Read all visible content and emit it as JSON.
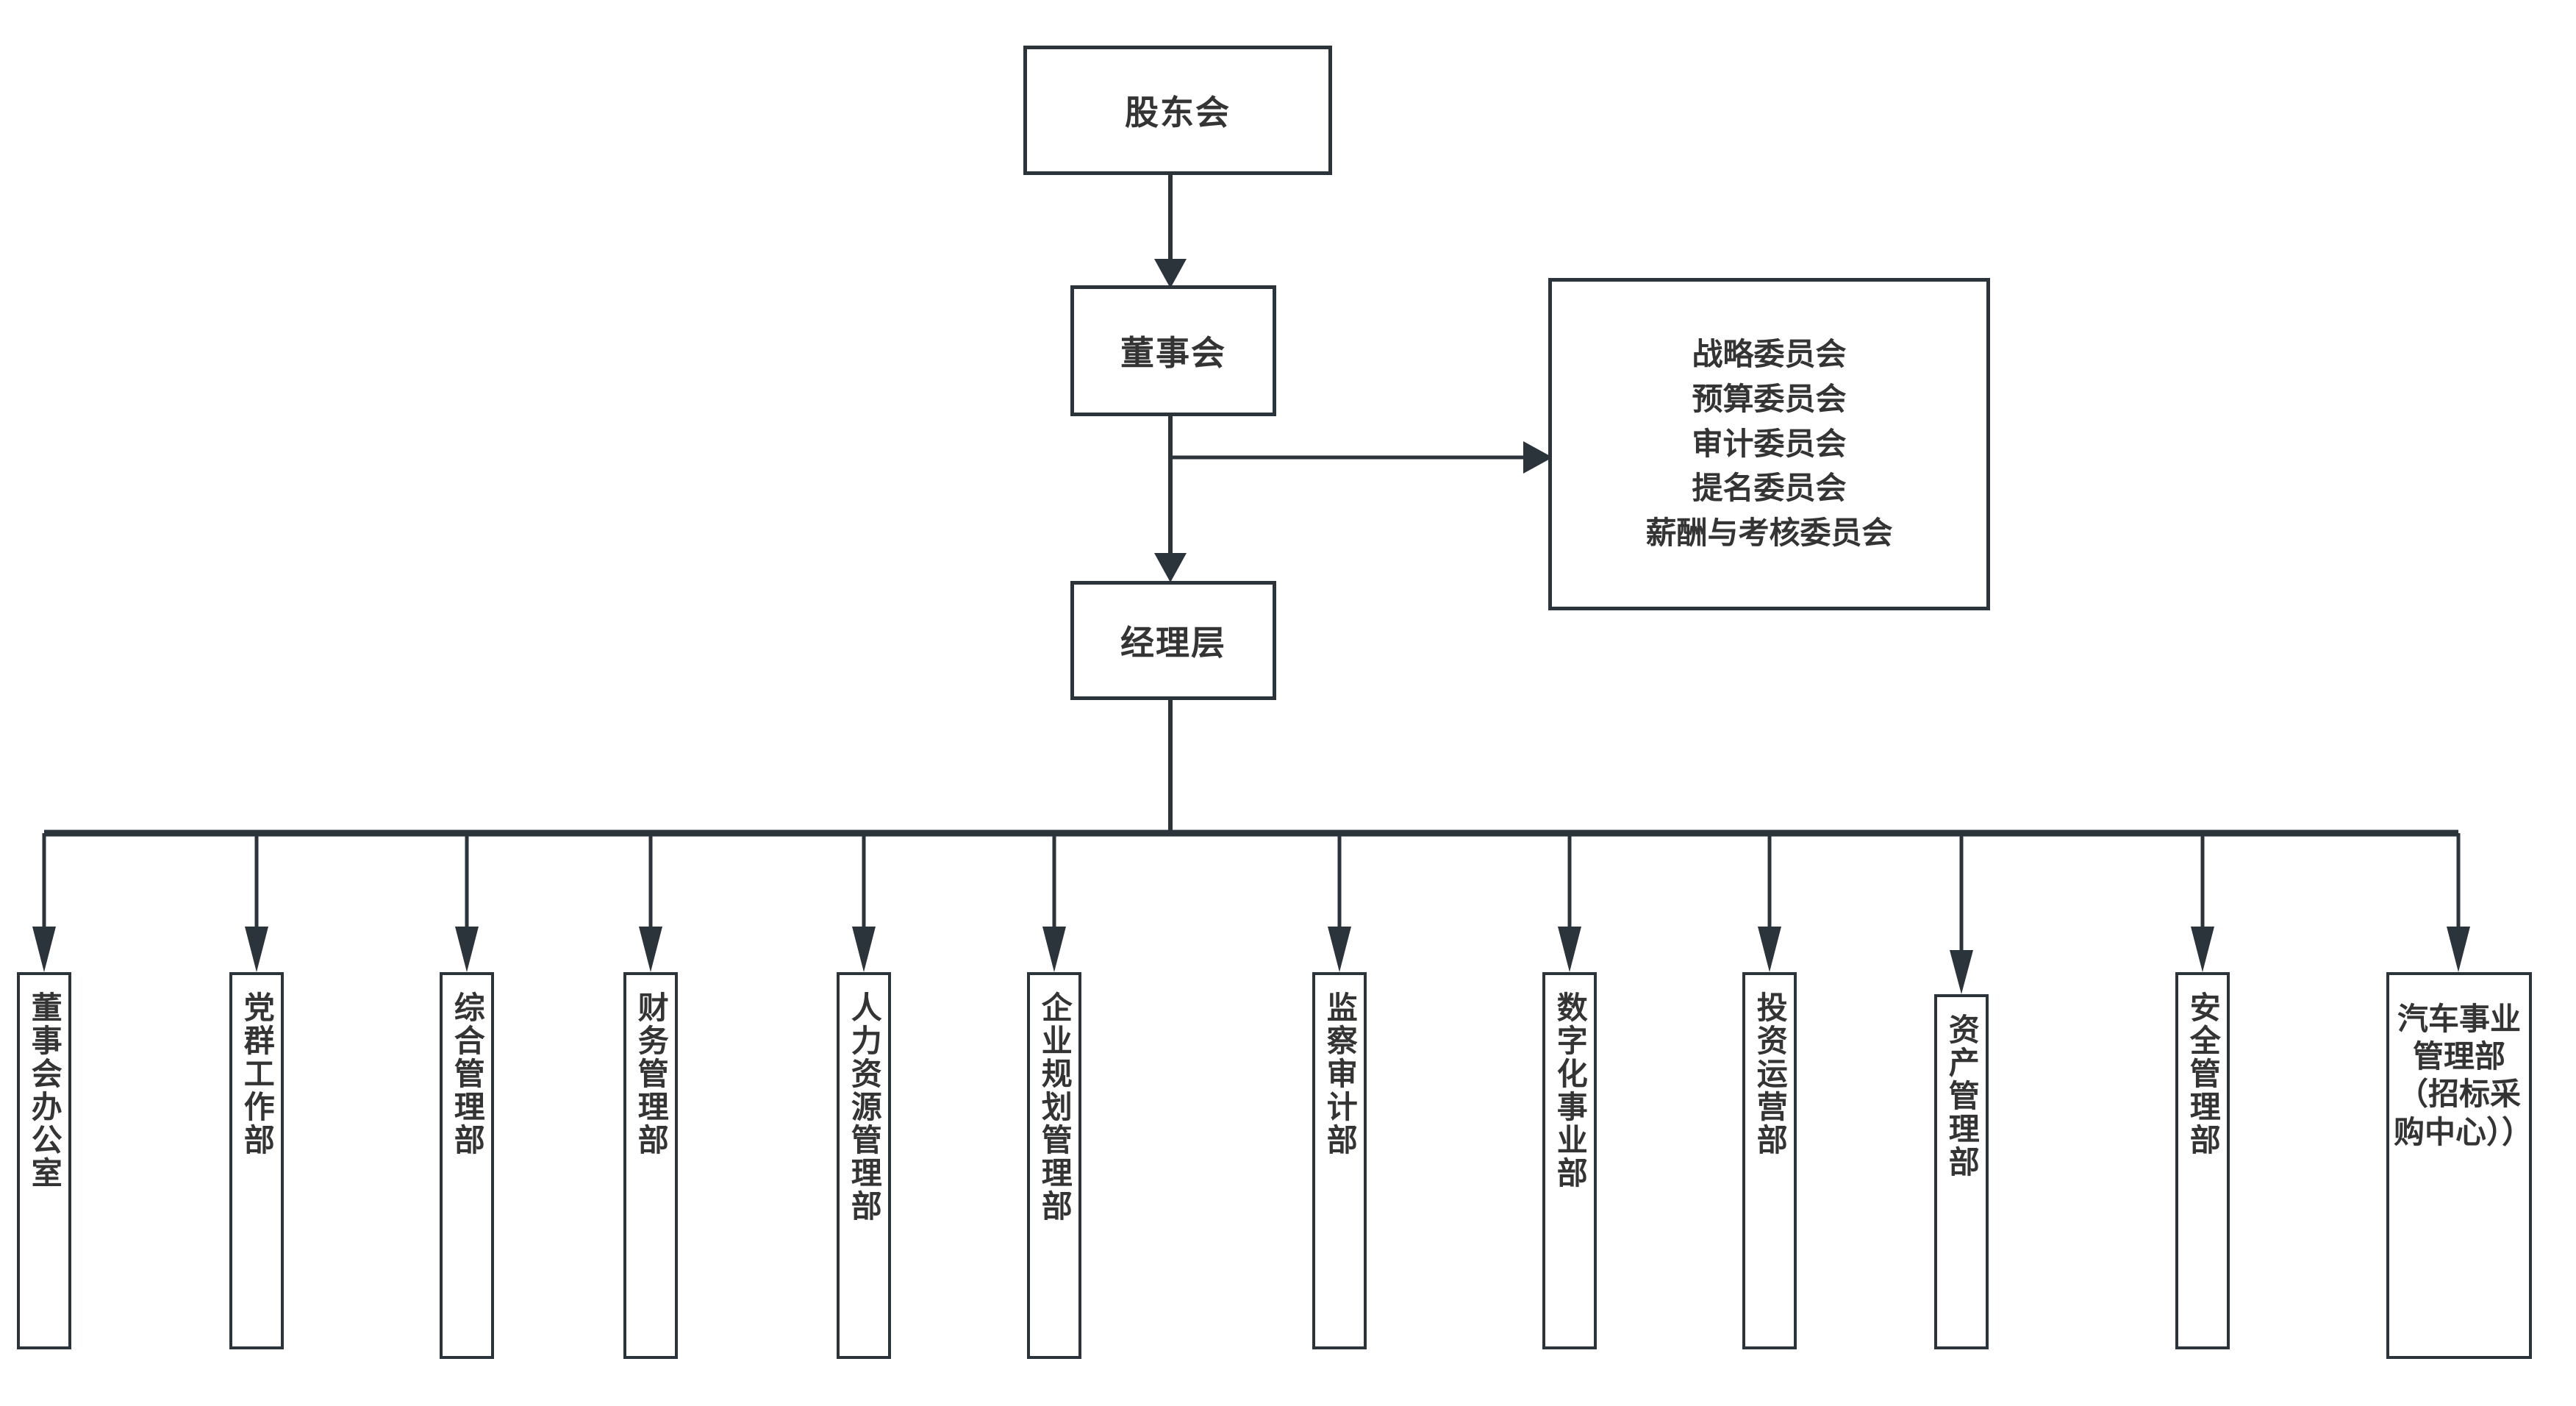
{
  "diagram": {
    "type": "organization-chart",
    "orientation": "top-down",
    "line_color": "#2b333b",
    "text_color": "#343434",
    "background": "#ffffff"
  },
  "nodes": {
    "shareholders": {
      "label": "股东会"
    },
    "board": {
      "label": "董事会"
    },
    "management": {
      "label": "经理层"
    }
  },
  "committees": {
    "items": [
      {
        "label": "战略委员会"
      },
      {
        "label": "预算委员会"
      },
      {
        "label": "审计委员会"
      },
      {
        "label": "提名委员会"
      },
      {
        "label": "薪酬与考核委员会"
      }
    ]
  },
  "departments": [
    {
      "label": "董事会办公室",
      "orientation": "vertical"
    },
    {
      "label": "党群工作部",
      "orientation": "vertical"
    },
    {
      "label": "综合管理部",
      "orientation": "vertical"
    },
    {
      "label": "财务管理部",
      "orientation": "vertical"
    },
    {
      "label": "人力资源管理部",
      "orientation": "vertical"
    },
    {
      "label": "企业规划管理部",
      "orientation": "vertical"
    },
    {
      "label": "监察审计部",
      "orientation": "vertical"
    },
    {
      "label": "数字化事业部",
      "orientation": "vertical"
    },
    {
      "label": "投资运营部",
      "orientation": "vertical"
    },
    {
      "label": "资产管理部",
      "orientation": "vertical"
    },
    {
      "label": "安全管理部",
      "orientation": "vertical"
    },
    {
      "label": "汽车事业管理部（招标采购中心））",
      "orientation": "horizontal"
    }
  ]
}
